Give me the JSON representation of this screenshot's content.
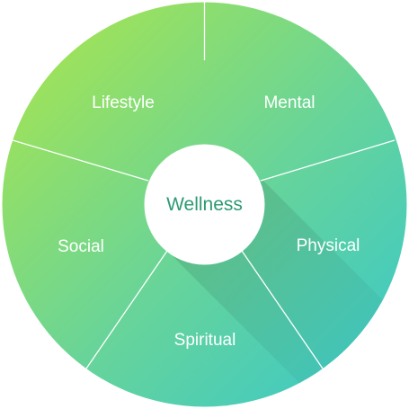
{
  "diagram": {
    "center": {
      "label": "Wellness"
    },
    "segments": [
      {
        "id": "lifestyle",
        "label": "Lifestyle"
      },
      {
        "id": "mental",
        "label": "Mental"
      },
      {
        "id": "physical",
        "label": "Physical"
      },
      {
        "id": "spiritual",
        "label": "Spiritual"
      },
      {
        "id": "social",
        "label": "Social"
      }
    ],
    "colors": {
      "gradient_start": "#aee648",
      "gradient_mid": "#67d49a",
      "gradient_end": "#36c7cd",
      "divider": "#ffffff",
      "center_fill": "#ffffff",
      "center_text": "#2e9a72",
      "segment_text": "#ffffff"
    }
  }
}
